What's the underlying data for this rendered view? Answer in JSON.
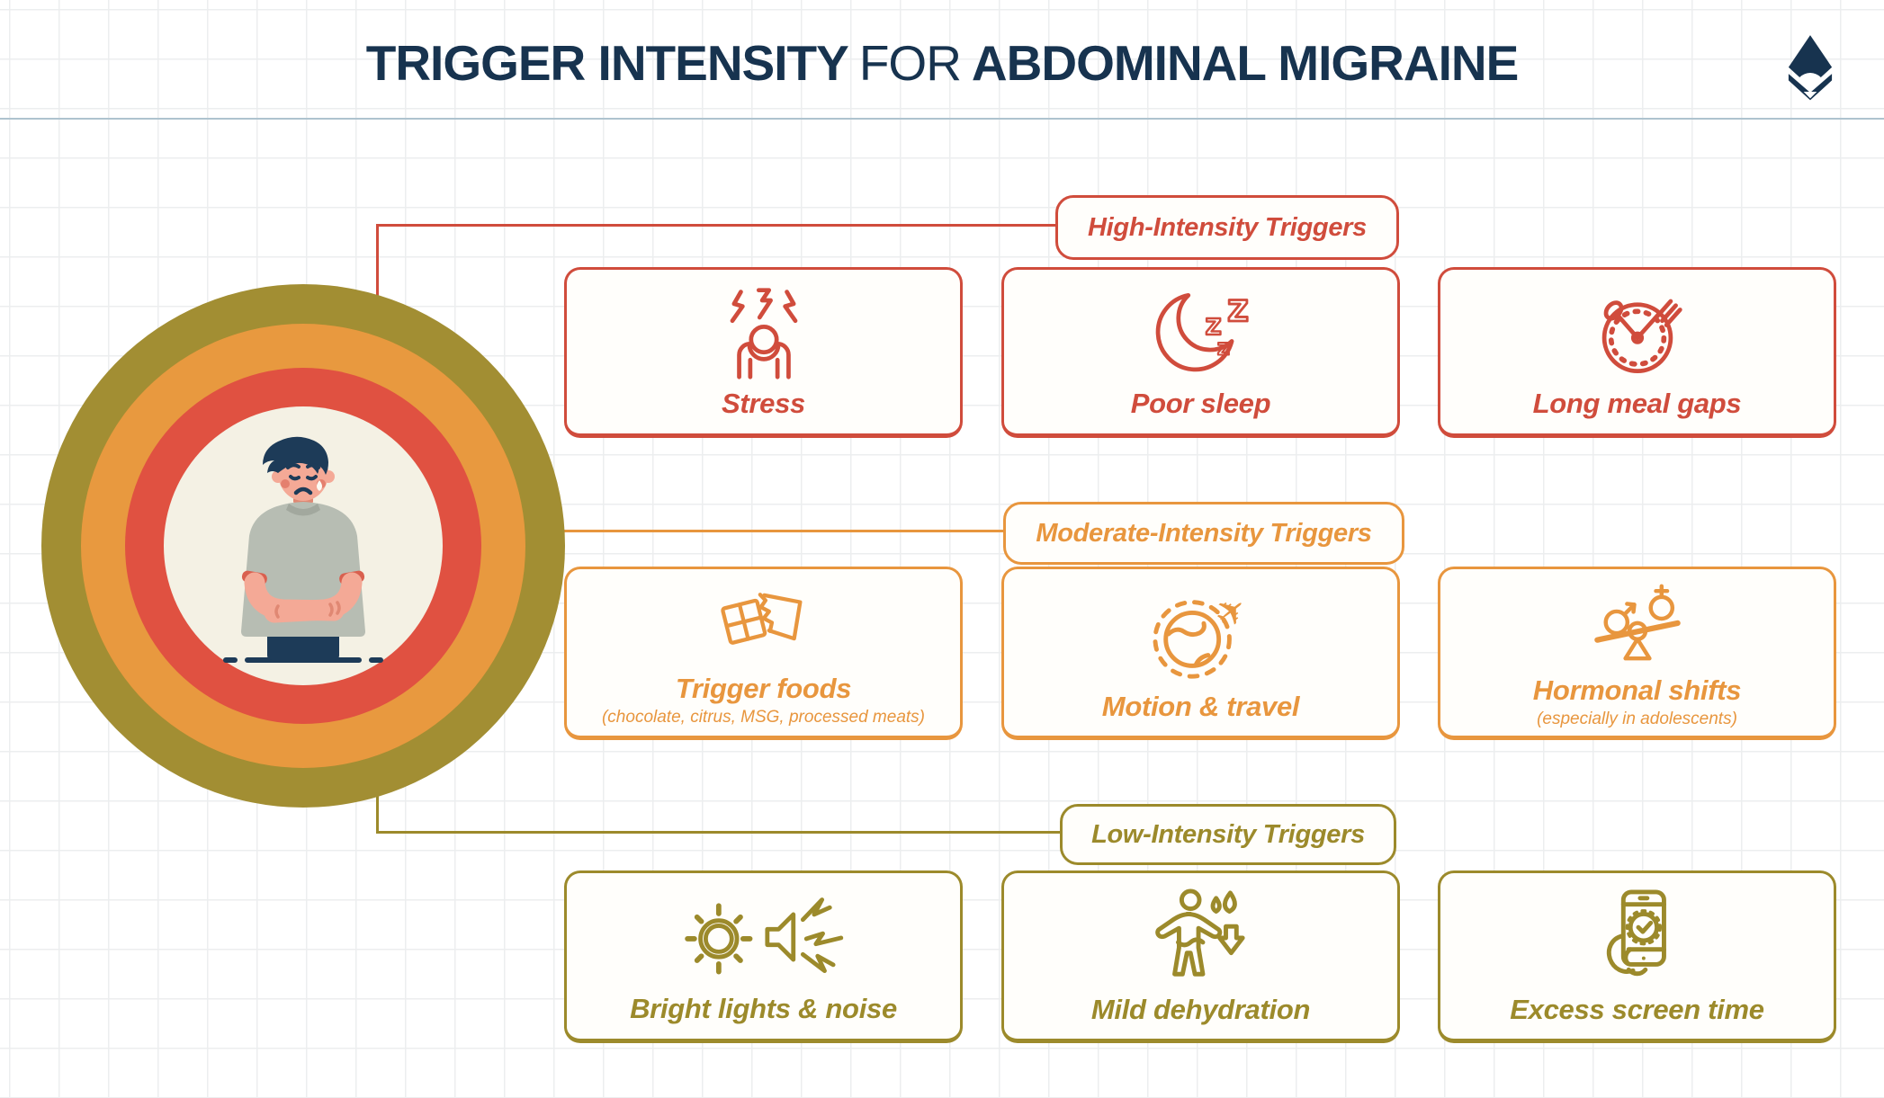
{
  "title": {
    "lead": "TRIGGER INTENSITY",
    "mid": "FOR",
    "tail": "ABDOMINAL MIGRAINE"
  },
  "brand": {
    "logo_icon": "drop-diamond-logo"
  },
  "colors": {
    "navy": "#17334f",
    "high": "#d04c3c",
    "moderate": "#e8963e",
    "low": "#9c8a2b",
    "ring_olive": "#a28e33",
    "ring_orange": "#e8993f",
    "ring_red": "#e05141",
    "ring_cream": "#f4f1e4",
    "divider": "#aec3cf"
  },
  "center": {
    "illustration": "person-holding-stomach"
  },
  "groups": [
    {
      "label": "High-Intensity Triggers",
      "color": "#d04c3c",
      "cards": [
        {
          "label": "Stress",
          "icon": "stress-head-in-hands-icon"
        },
        {
          "label": "Poor sleep",
          "icon": "crescent-moon-zzz-icon"
        },
        {
          "label": "Long meal gaps",
          "icon": "clock-spoon-fork-icon"
        }
      ]
    },
    {
      "label": "Moderate-Intensity Triggers",
      "color": "#e8963e",
      "cards": [
        {
          "label": "Trigger foods",
          "sublabel": "(chocolate, citrus, MSG, processed meats)",
          "icon": "chocolate-bar-icon"
        },
        {
          "label": "Motion & travel",
          "icon": "globe-airplane-icon"
        },
        {
          "label": "Hormonal shifts",
          "sublabel": "(especially in adolescents)",
          "icon": "gender-balance-icon"
        }
      ]
    },
    {
      "label": "Low-Intensity Triggers",
      "color": "#9c8a2b",
      "cards": [
        {
          "label": "Bright lights & noise",
          "icon": "sun-speaker-icon"
        },
        {
          "label": "Mild dehydration",
          "icon": "body-water-drop-icon"
        },
        {
          "label": "Excess screen time",
          "icon": "phone-clock-hand-icon"
        }
      ]
    }
  ]
}
